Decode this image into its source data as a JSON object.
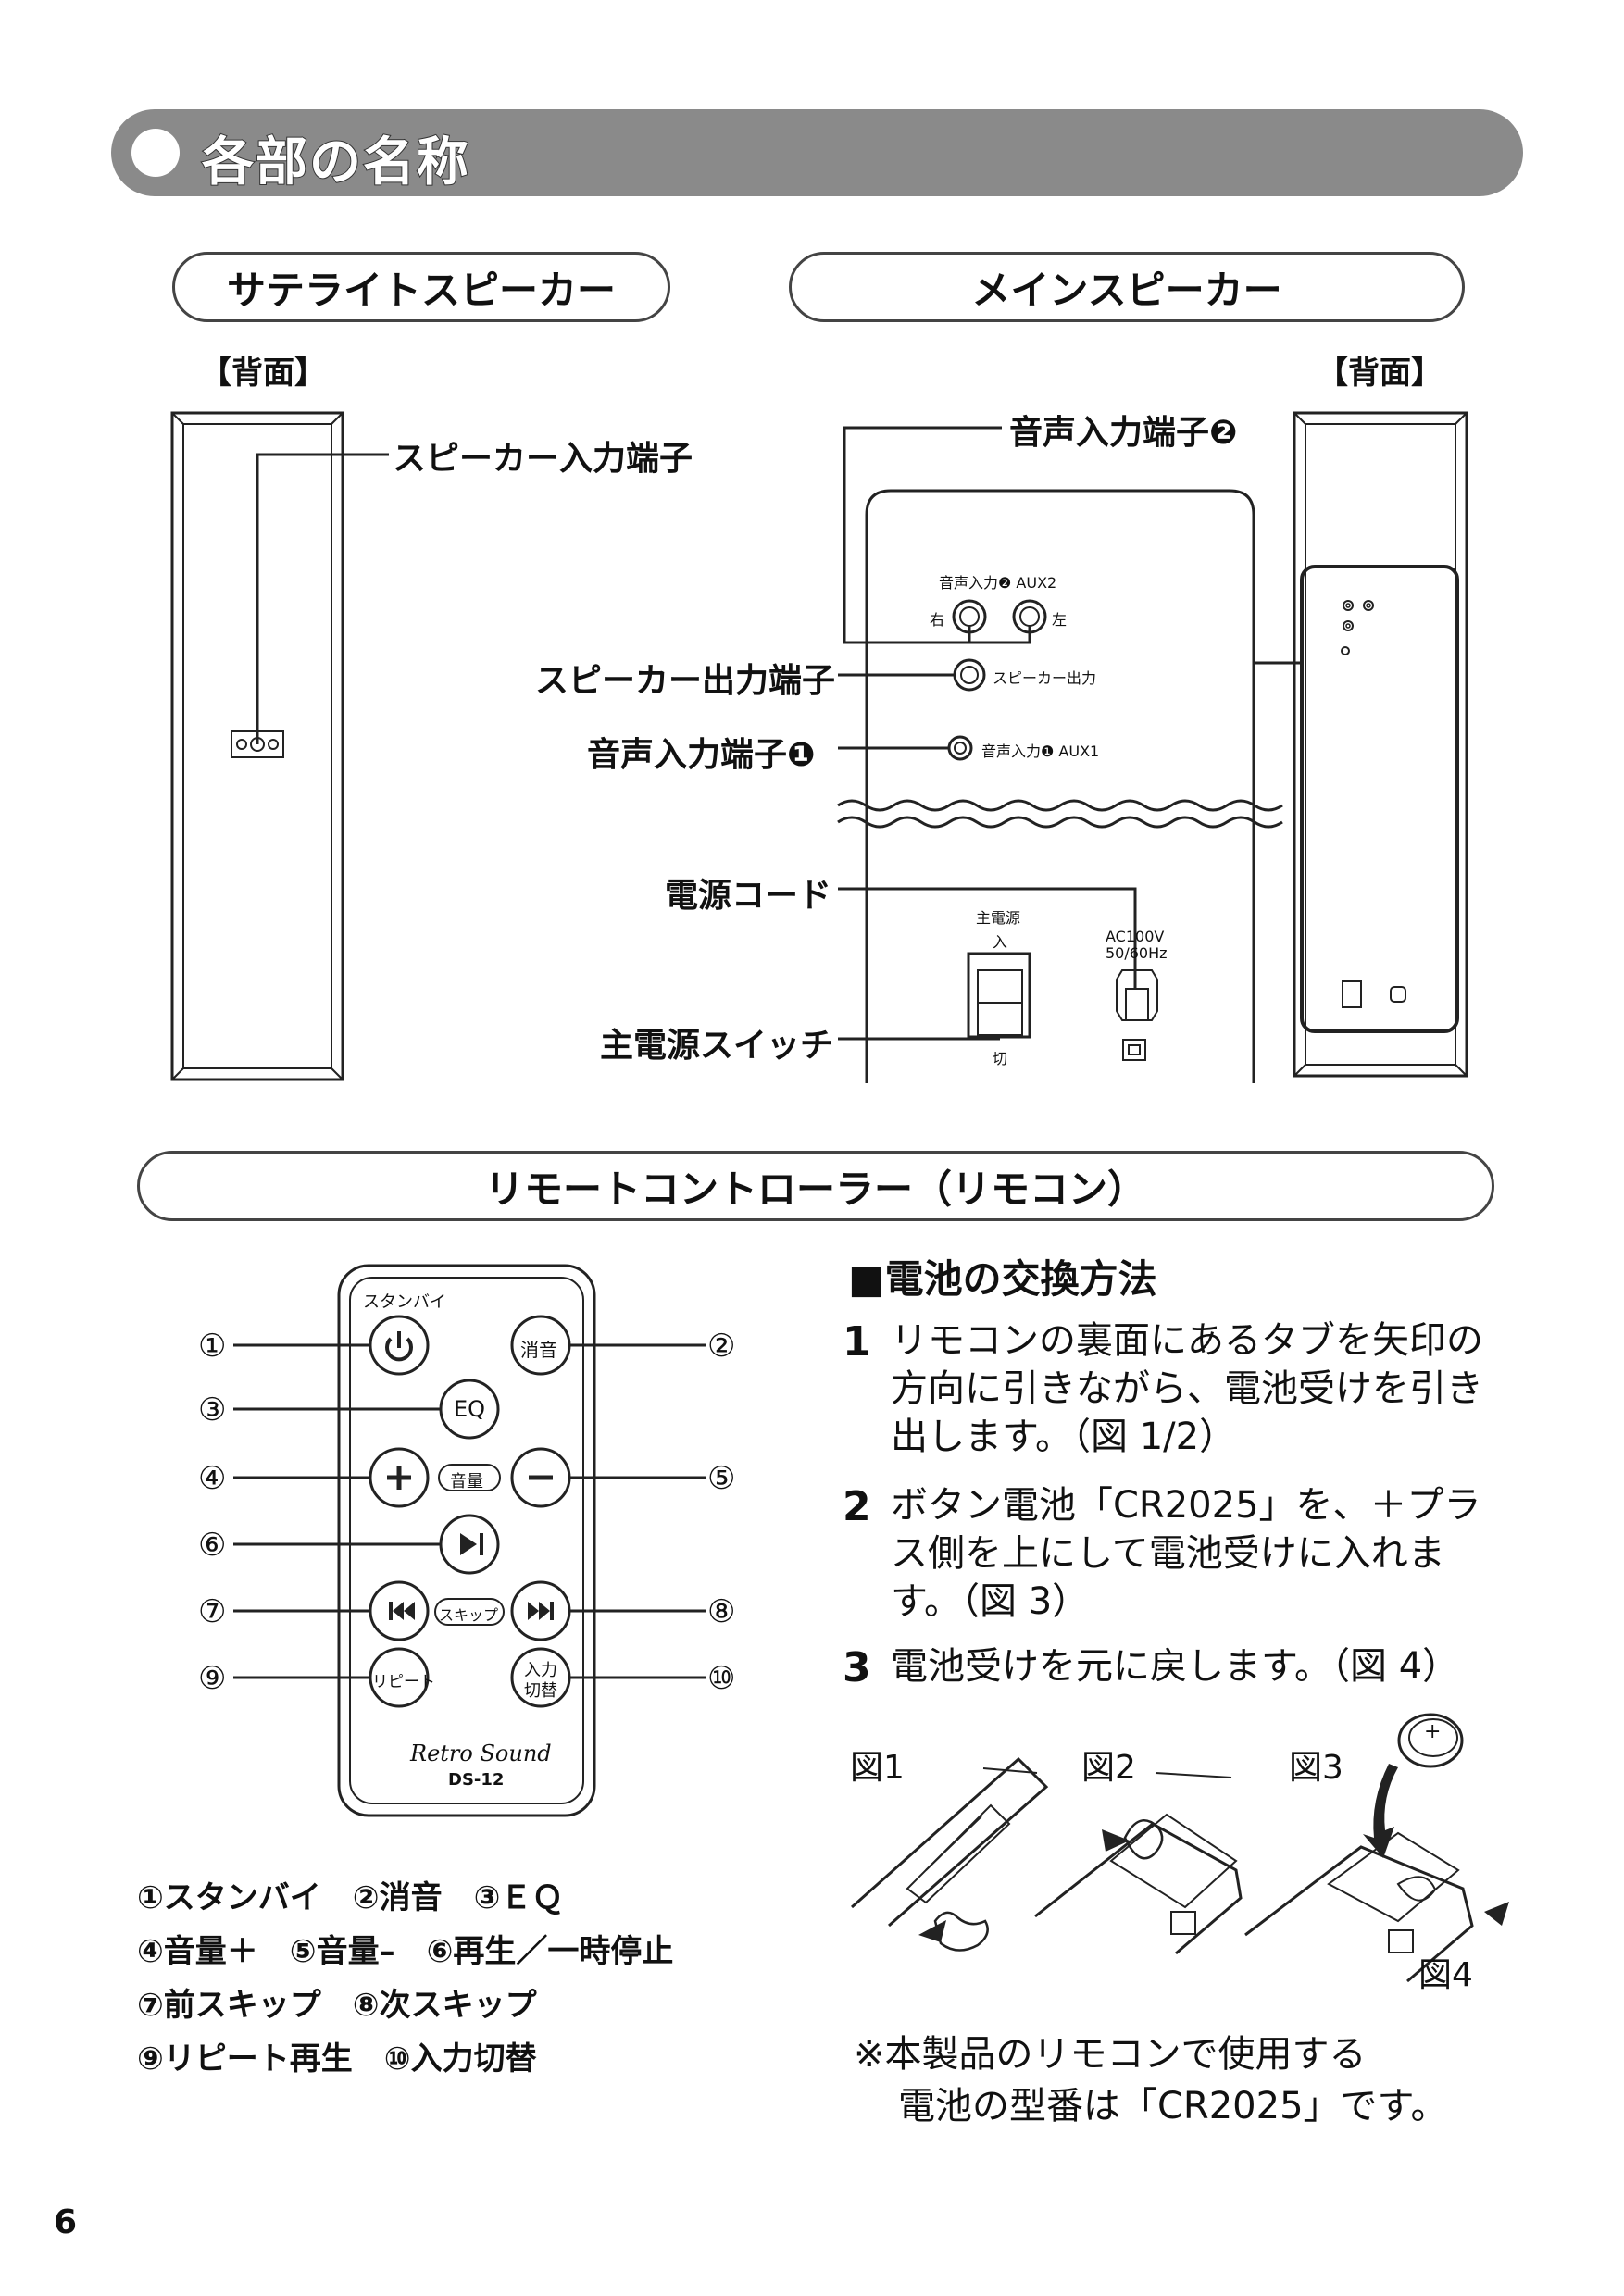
{
  "header": {
    "title": "各部の名称"
  },
  "satellite": {
    "title": "サテライトスピーカー",
    "side": "【背面】",
    "terminal_label": "スピーカー入力端子"
  },
  "main": {
    "title": "メインスピーカー",
    "side": "【背面】",
    "labels": {
      "audio_in_2": "音声入力端子❷",
      "speaker_out": "スピーカー出力端子",
      "audio_in_1": "音声入力端子❶",
      "power_cord": "電源コード",
      "power_switch": "主電源スイッチ"
    },
    "panel": {
      "aux2": "音声入力❷ AUX2",
      "right": "右",
      "left": "左",
      "speaker_out": "スピーカー出力",
      "aux1": "音声入力❶ AUX1",
      "main_power": "主電源",
      "on": "入",
      "off": "切",
      "ac_line1": "AC100V",
      "ac_line2": "50/60Hz",
      "double_insulation": "回"
    }
  },
  "remote": {
    "title": "リモートコントローラー（リモコン）",
    "standby_small": "スタンバイ",
    "buttons": {
      "mute": "消音",
      "eq": "EQ",
      "volume": "音量",
      "skip": "スキップ",
      "repeat": "リピート",
      "input_1": "入力",
      "input_2": "切替"
    },
    "brand": "Retro Sound",
    "model": "DS-12",
    "callouts": [
      "①",
      "②",
      "③",
      "④",
      "⑤",
      "⑥",
      "⑦",
      "⑧",
      "⑨",
      "⑩"
    ],
    "legend": [
      "①スタンバイ　②消音　③ＥＱ",
      "④音量＋　⑤音量–　⑥再生／一時停止",
      "⑦前スキップ　⑧次スキップ",
      "⑨リピート再生　⑩入力切替"
    ]
  },
  "battery": {
    "heading": "■電池の交換方法",
    "steps": [
      {
        "num": "1",
        "text": "リモコンの裏面にあるタブを矢印の方向に引きながら、電池受けを引き出します。（図 1/2）"
      },
      {
        "num": "2",
        "text": "ボタン電池「CR2025」を、＋プラス側を上にして電池受けに入れます。（図 3）"
      },
      {
        "num": "3",
        "text": "電池受けを元に戻します。（図 4）"
      }
    ],
    "figures": [
      "図1",
      "図2",
      "図3",
      "図4"
    ],
    "plus": "+",
    "note_line1": "※本製品のリモコンで使用する",
    "note_line2": "電池の型番は「CR2025」です。"
  },
  "footer": {
    "page": "6"
  }
}
